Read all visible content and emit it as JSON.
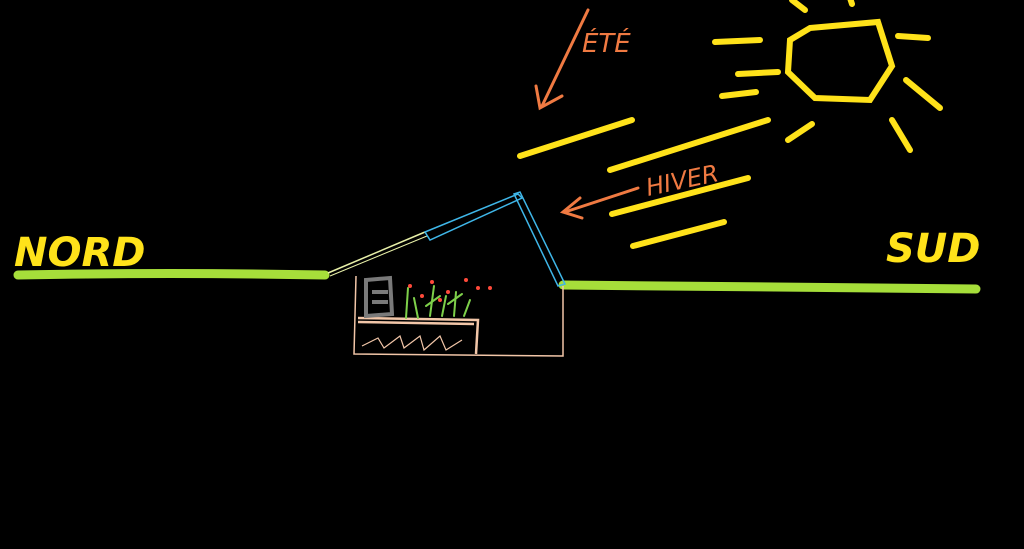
{
  "labels": {
    "north": "NORD",
    "south": "SUD",
    "summer": "ÉTÉ",
    "winter": "HIVER"
  },
  "colors": {
    "background": "#000000",
    "ground": "#a6de3a",
    "sun": "#ffe21a",
    "annotation": "#f07a42",
    "glazing": "#3fb6e8",
    "roof_back": "#e8f0a8",
    "walls": "#f2c6a8",
    "tank": "#7a7a7a",
    "plant_stem": "#7ed04a",
    "plant_flower": "#ff4a3a"
  },
  "icons": {
    "sun": "sun-icon",
    "summer_arrow": "arrow-down-left-icon",
    "winter_arrow": "arrow-left-icon"
  }
}
